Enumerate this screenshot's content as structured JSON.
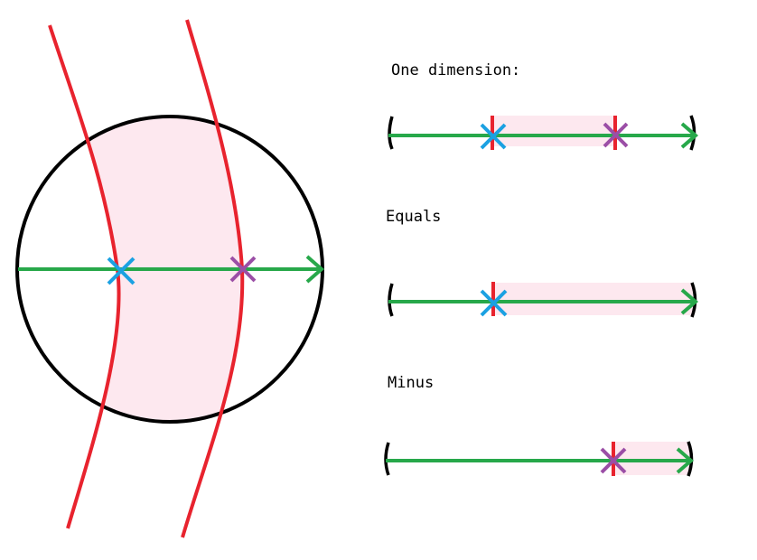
{
  "labels": {
    "one_dimension": "One dimension:",
    "equals": "Equals",
    "minus": "Minus"
  },
  "colors": {
    "boundary": "#e8232e",
    "ray": "#27a84a",
    "circle": "#000000",
    "region_fill": "#fde8ef",
    "marker_entry": "#1ba1e2",
    "marker_exit": "#9b4ea6",
    "bracket": "#000000"
  },
  "icons": {
    "marker_entry": "cross-x-icon",
    "marker_exit": "cross-x-icon"
  }
}
